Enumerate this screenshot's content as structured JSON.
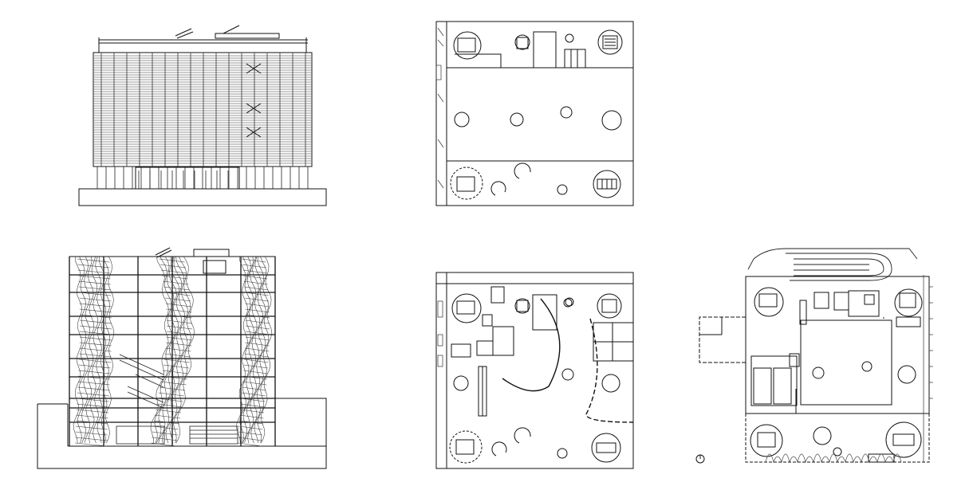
{
  "drawing": {
    "ink": "#111111",
    "grey": "#555555",
    "background": "#ffffff",
    "panels": [
      {
        "id": "front-elevation",
        "kind": "elevation"
      },
      {
        "id": "upper-floor-plan",
        "kind": "plan"
      },
      {
        "id": "section",
        "kind": "section"
      },
      {
        "id": "typical-floor-plan",
        "kind": "plan"
      },
      {
        "id": "ground-floor-plan",
        "kind": "plan"
      }
    ]
  }
}
